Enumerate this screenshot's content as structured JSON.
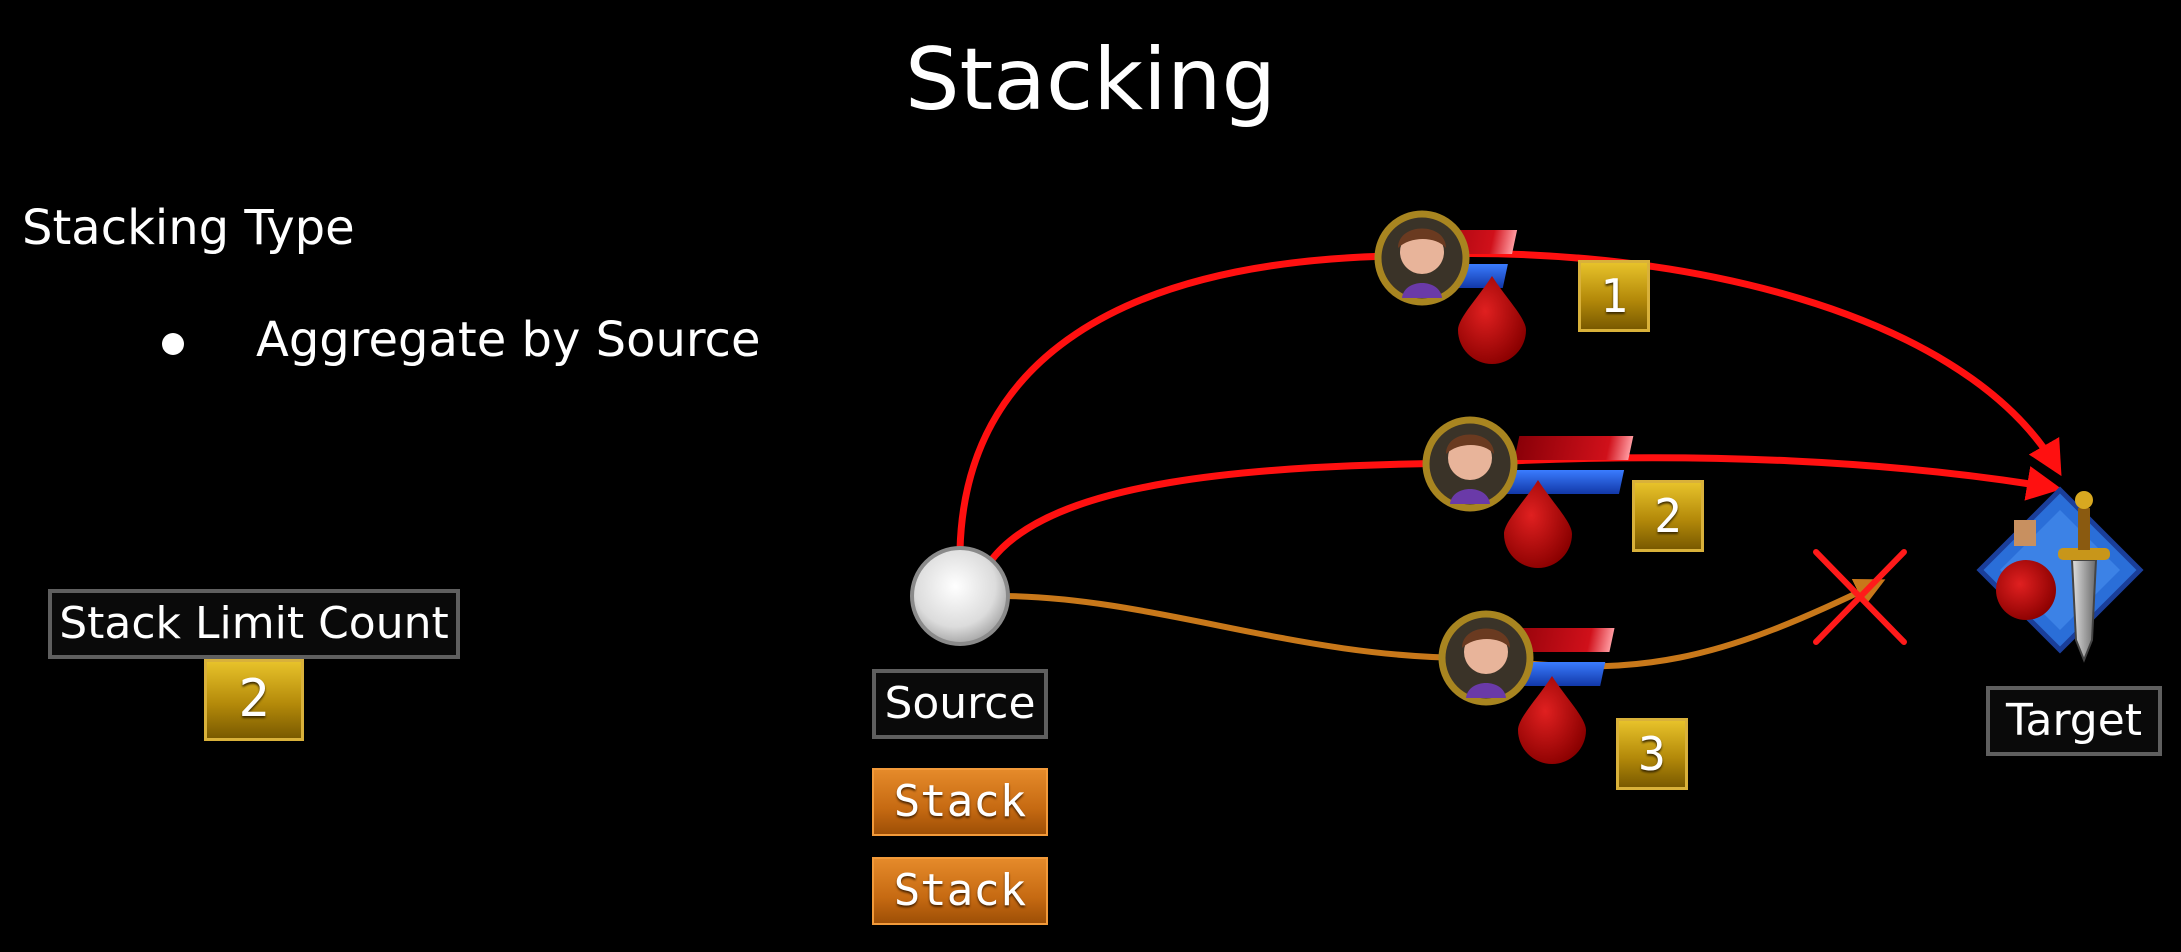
{
  "slide": {
    "title": "Stacking",
    "subheading": "Stacking Type",
    "bullets": [
      "Aggregate by Source"
    ]
  },
  "stack_limit": {
    "label": "Stack Limit Count",
    "value": "2"
  },
  "diagram": {
    "source_label": "Source",
    "target_label": "Target",
    "stack_boxes": [
      "Stack",
      "Stack"
    ],
    "instance_numbers": [
      "1",
      "2",
      "3"
    ],
    "colors": {
      "accepted_arrow": "#ff1010",
      "rejected_arrow": "#c8781a",
      "reject_mark": "#ff1a1a",
      "badge_gold": "#d4a516",
      "stack_orange": "#d87418"
    },
    "icons": [
      "character-portrait-icon",
      "health-bar-icon",
      "mana-bar-icon",
      "blood-drop-icon",
      "reject-x-icon",
      "target-emblem-icon",
      "potion-icon",
      "sword-icon"
    ]
  }
}
